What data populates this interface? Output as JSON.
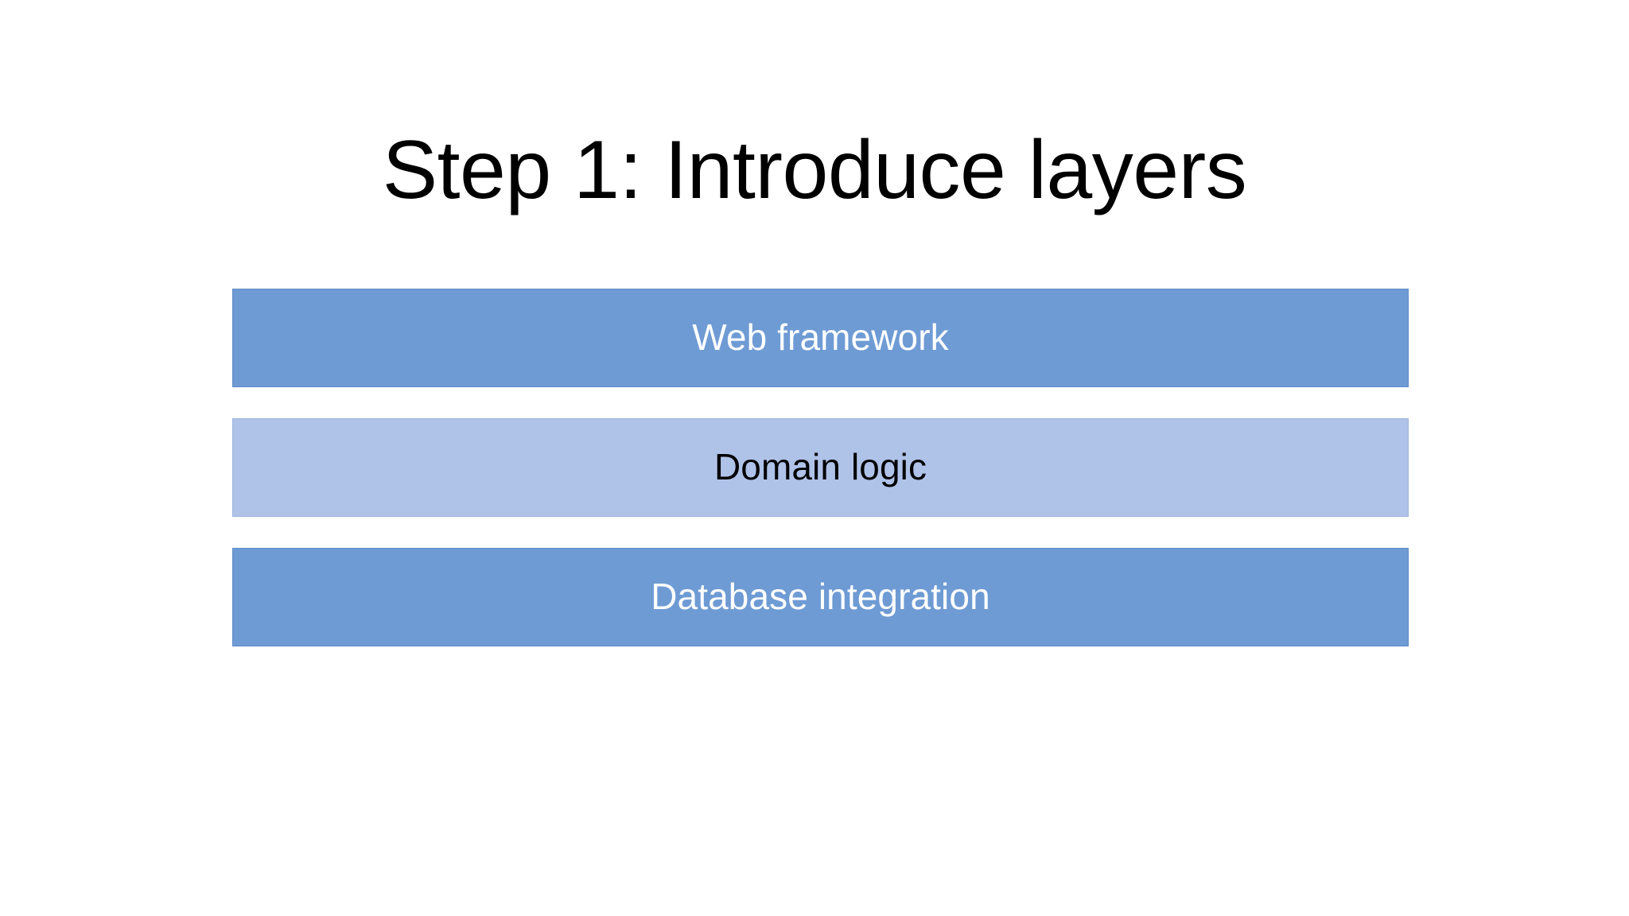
{
  "slide": {
    "title": "Step 1: Introduce layers",
    "background_color": "#FFFFFF",
    "title_color": "#000000"
  },
  "diagram": {
    "kind": "stacked-layer-diagram",
    "orientation": "vertical",
    "layers": [
      {
        "label": "Web framework",
        "fill_color": "#6E9BD4",
        "text_color": "#FFFFFF",
        "border_color": "#5F8CC6",
        "style": "dark"
      },
      {
        "label": "Domain logic",
        "fill_color": "#AFC2E8",
        "text_color": "#000000",
        "border_color": "#9FB4DF",
        "style": "light"
      },
      {
        "label": "Database integration",
        "fill_color": "#6E9BD4",
        "text_color": "#FFFFFF",
        "border_color": "#5F8CC6",
        "style": "dark"
      }
    ]
  }
}
